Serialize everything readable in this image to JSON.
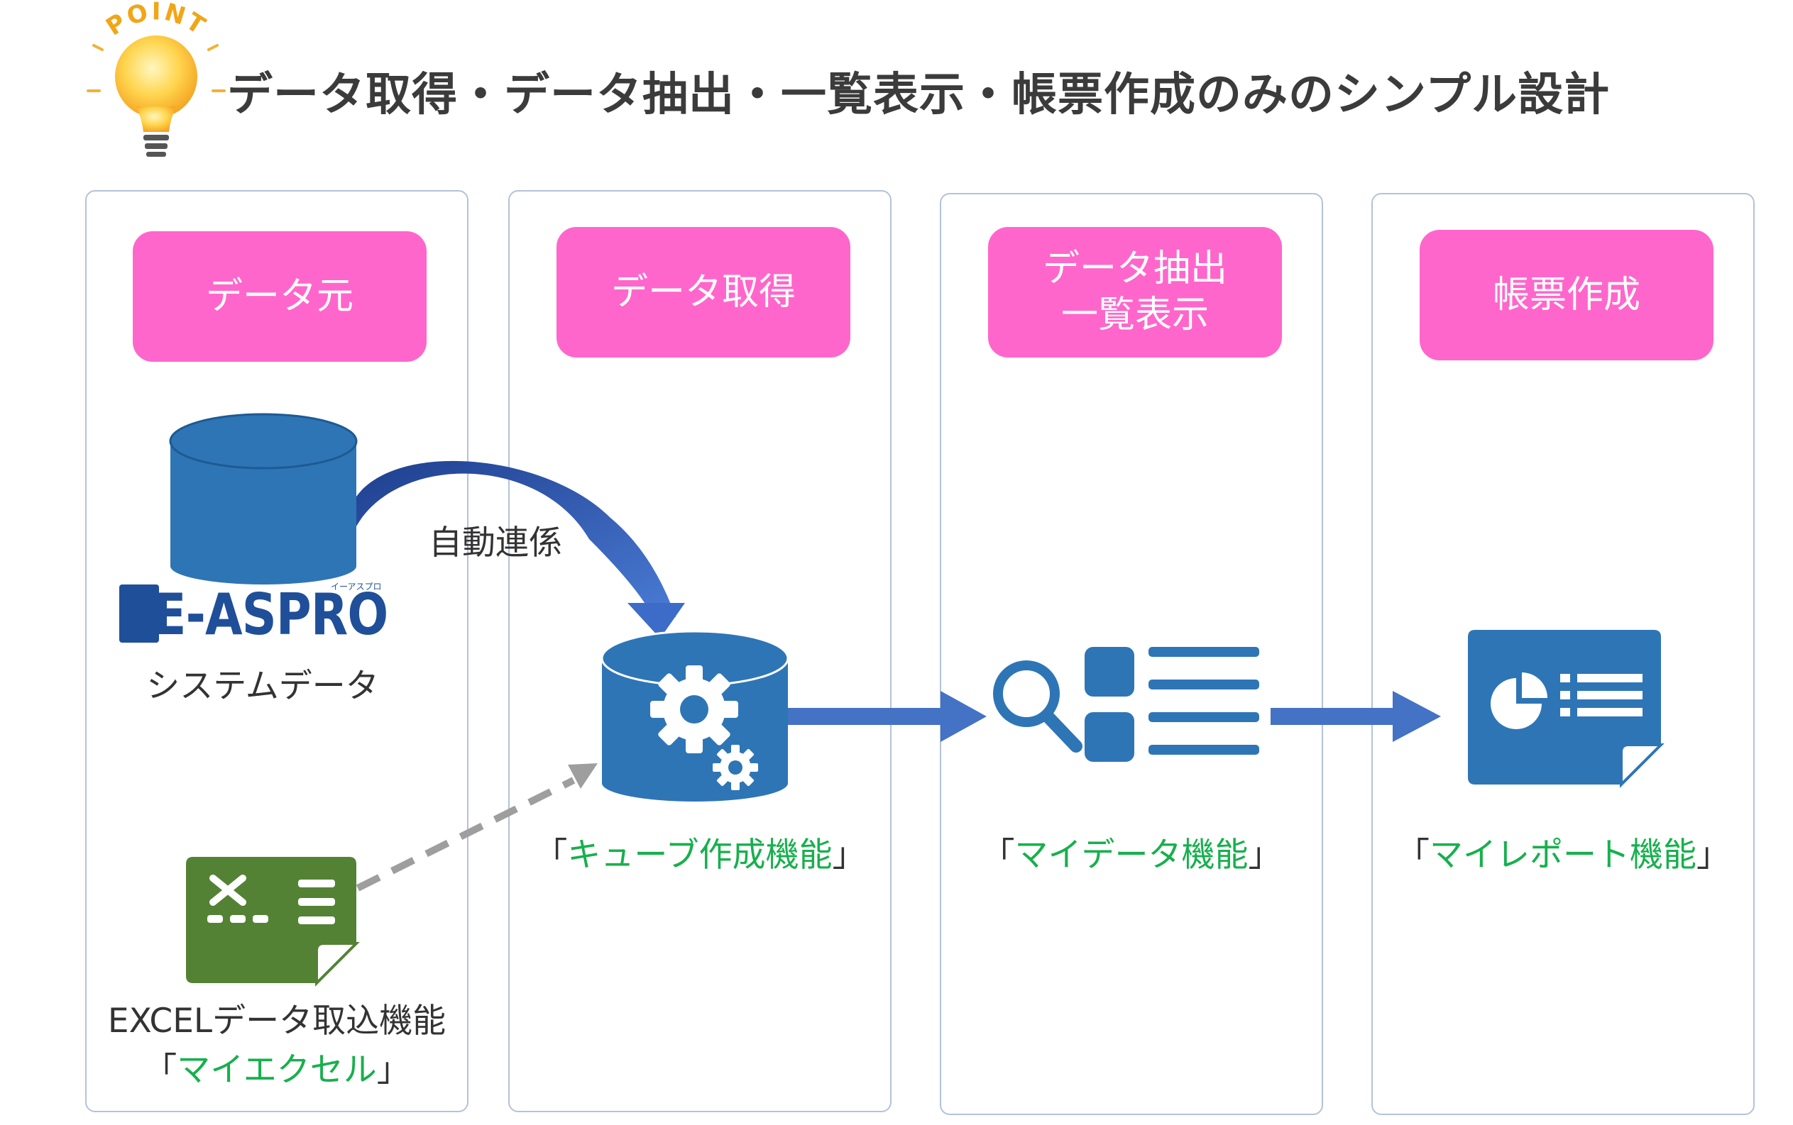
{
  "title": "データ取得・データ抽出・一覧表示・帳票作成のみのシンプル設計",
  "point_label": "POINT",
  "columns": [
    {
      "header": "データ元"
    },
    {
      "header_line1": "データ取得"
    },
    {
      "header_line1": "データ抽出",
      "header_line2": "一覧表示"
    },
    {
      "header_line1": "帳票作成"
    }
  ],
  "source": {
    "logo_ruby": "イーアスプロ",
    "logo_text": "E-ASPRO",
    "system_label": "システムデータ",
    "auto_link_label": "自動連係",
    "excel_label_line1": "EXCELデータ取込機能",
    "excel_open": "「",
    "excel_name": "マイエクセル",
    "excel_close": "」"
  },
  "features": [
    {
      "open": "「",
      "name": "キューブ作成機能",
      "close": "」"
    },
    {
      "open": "「",
      "name": "マイデータ機能",
      "close": "」"
    },
    {
      "open": "「",
      "name": "マイレポート機能",
      "close": "」"
    }
  ],
  "colors": {
    "header_bg": "#ff66cc",
    "icon_blue": "#2e75b6",
    "arrow_blue": "#4472c4",
    "excel_green": "#548235",
    "feature_green": "#17b04d",
    "panel_border": "#b4c2da"
  },
  "icons": [
    "lightbulb-icon",
    "database-icon",
    "cube-gear-database-icon",
    "search-list-icon",
    "report-icon",
    "excel-icon"
  ]
}
